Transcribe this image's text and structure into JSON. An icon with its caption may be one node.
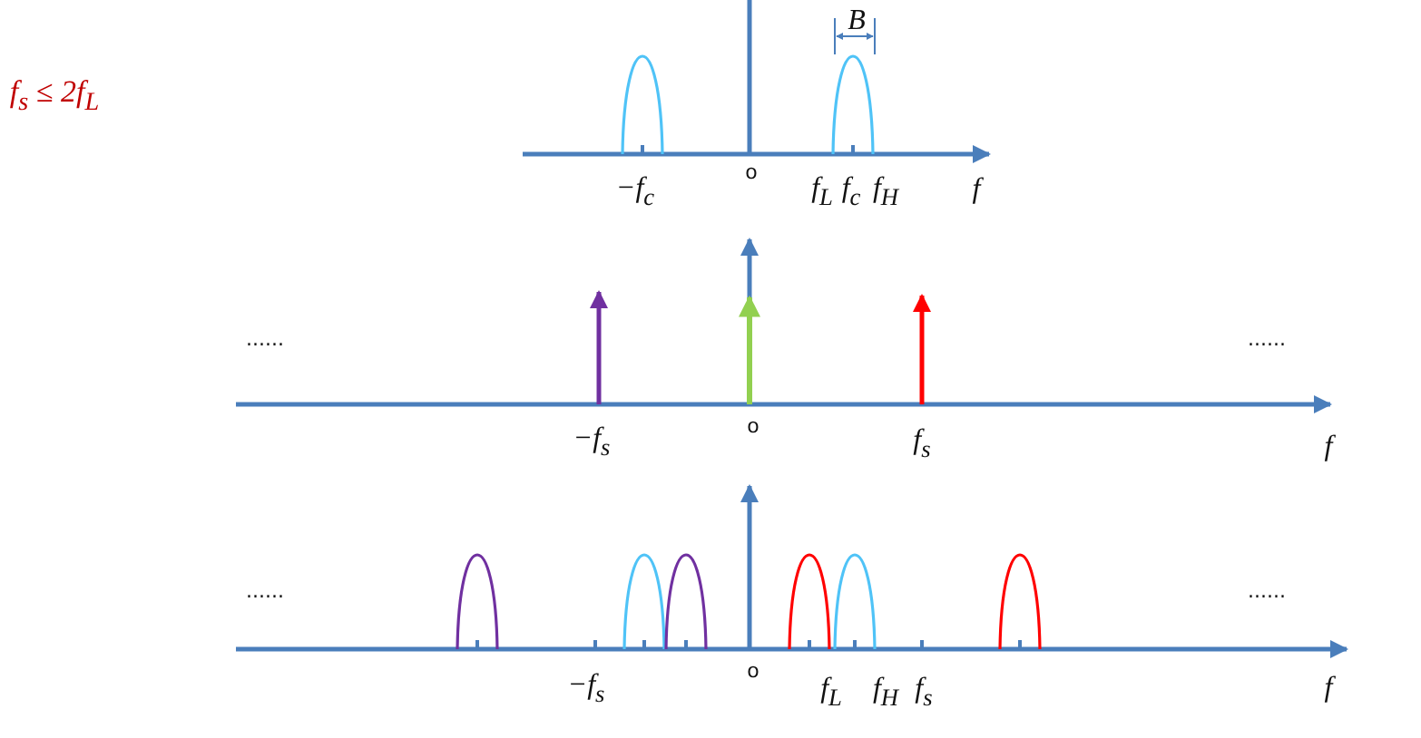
{
  "diagram": {
    "labels": [
      "f$_{s}$ ≤ 2f$_{L}$",
      "B",
      "−f$_{c}$",
      "o",
      "f$_{L}$",
      "f$_{c}$",
      "f$_{H}$",
      "f",
      "......",
      "......",
      "−f$_{s}$",
      "o",
      "f$_{s}$",
      "f",
      "......",
      "......",
      "−f$_{s}$",
      "o",
      "f$_{L}$",
      "f$_{H}$",
      "f$_{s}$",
      "f"
    ]
  }
}
